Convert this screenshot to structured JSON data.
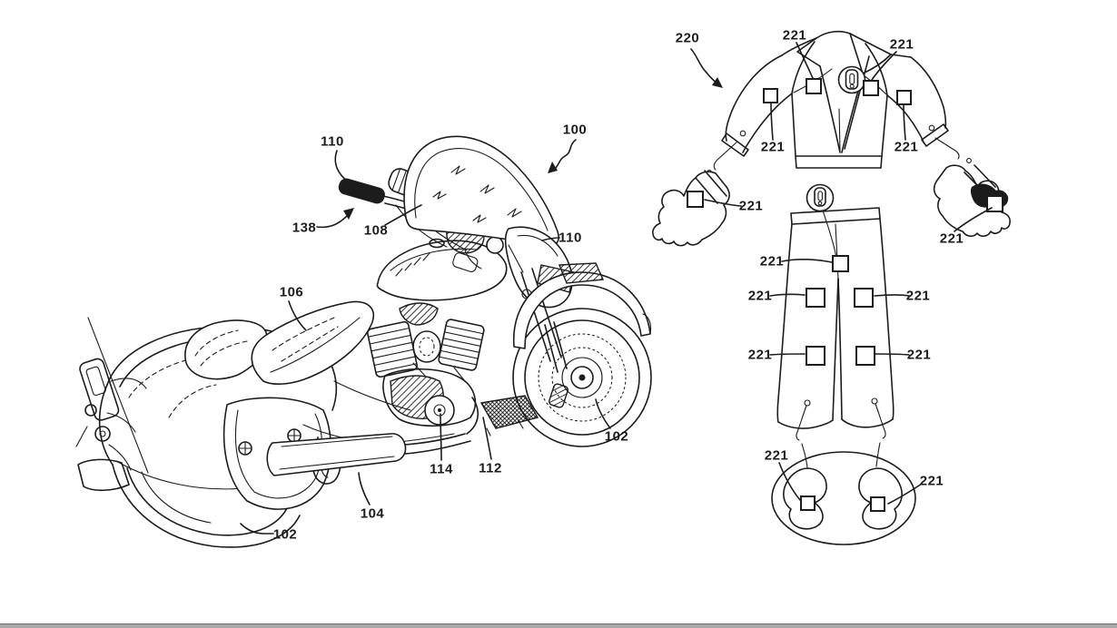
{
  "figure": {
    "reference_numerals": {
      "r100": "100",
      "r102": "102",
      "r104": "104",
      "r106": "106",
      "r108": "108",
      "r110": "110",
      "r112": "112",
      "r114": "114",
      "r138": "138",
      "r220": "220",
      "r221": "221"
    }
  },
  "colors": {
    "background": "#ffffff",
    "line": "#1c1c1c",
    "bottom_bar": "#a8a8a8"
  }
}
